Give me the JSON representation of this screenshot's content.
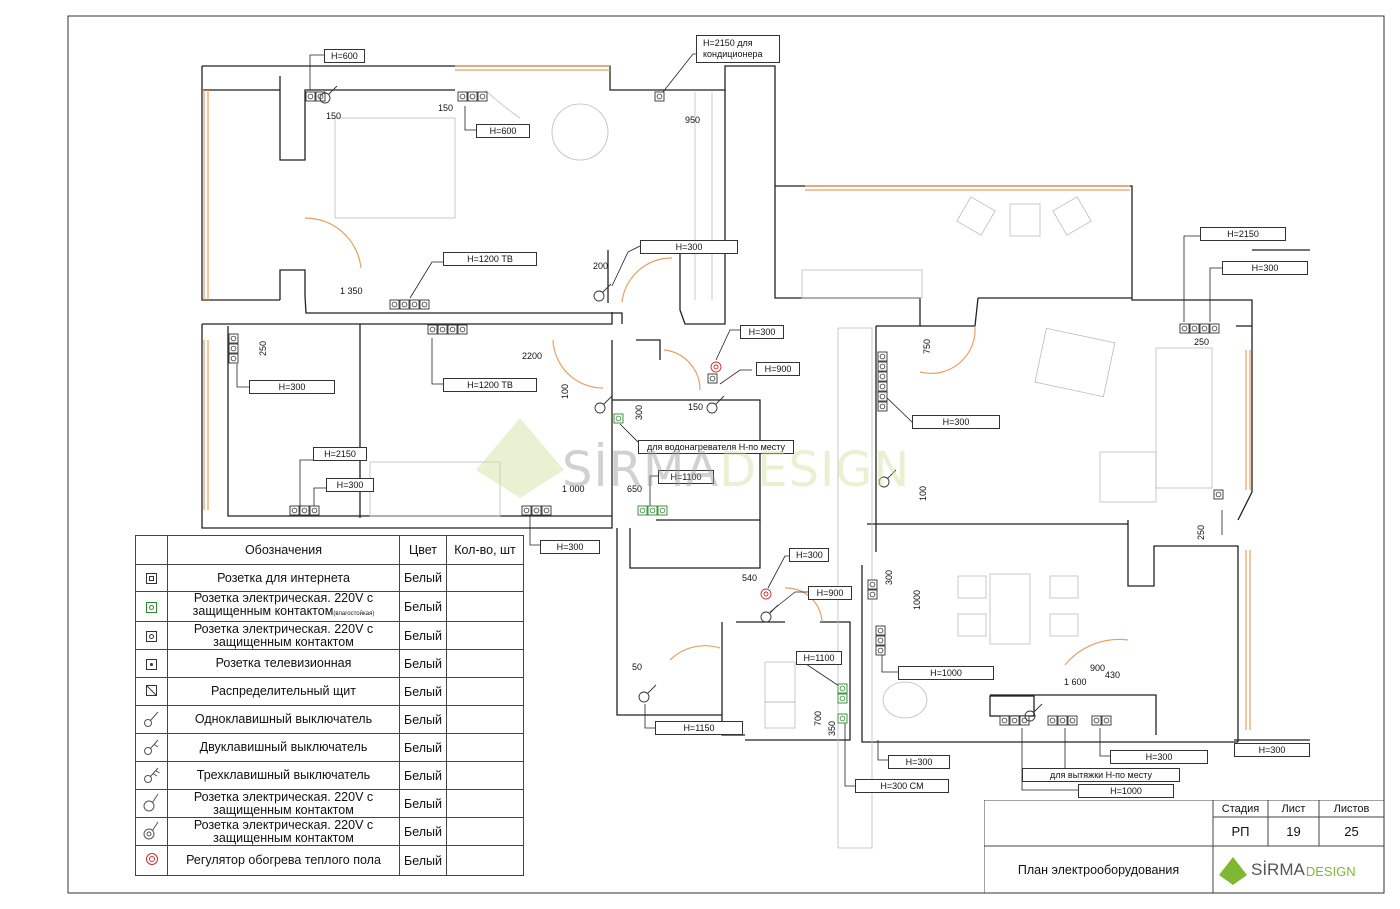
{
  "drawing": {
    "labels": {
      "h600_top": "H=600",
      "h2150_ac": "H=2150 для кондиционера",
      "h600_mid": "H=600",
      "h300_corr": "H=300",
      "h1200tv_top": "H=1200 ТВ",
      "h1200tv_bot": "H=1200 ТВ",
      "h300_left": "H=300",
      "h2150_left": "H=2150",
      "h300_left2": "H=300",
      "h300_bottom1": "H=300",
      "h300_hall": "H=300",
      "h900_hall": "H=900",
      "water_heater": "для водонагревателя H-по месту",
      "h1100_bath": "H=1100",
      "h300_living": "H=300",
      "h2150_right": "H=2150",
      "h300_right": "H=300",
      "h300_bath2": "H=300",
      "h900_bath2": "H=900",
      "h1100_bath2": "H=1100",
      "h1150": "H=1150",
      "h1000_kitchen": "H=1000",
      "h300_kitchen": "H=300",
      "h300cm": "H=300 СМ",
      "h300_k2": "H=300",
      "hood": "для вытяжки H-по месту",
      "h1000_hood": "H=1000",
      "h300_far": "H=300"
    },
    "dims": {
      "d150a": "150",
      "d150b": "150",
      "d950": "950",
      "d200": "200",
      "d1350": "1 350",
      "d250a": "250",
      "d2200": "2200",
      "d100a": "100",
      "d300a": "300",
      "d150c": "150",
      "d1000a": "1 000",
      "d650": "650",
      "d750": "750",
      "d250b": "250",
      "d100b": "100",
      "d250c": "250",
      "d540": "540",
      "d300b": "300",
      "d1000b": "1000",
      "d50": "50",
      "d700": "700",
      "d350": "350",
      "d900": "900",
      "d430": "430",
      "d1600": "1 600"
    }
  },
  "legend": {
    "headers": {
      "designation": "Обозначения",
      "color": "Цвет",
      "qty": "Кол-во, шт"
    },
    "rows": [
      {
        "icon": "internet-socket-icon",
        "name": "Розетка для интернета",
        "color": "Белый"
      },
      {
        "icon": "waterproof-socket-icon",
        "name_a": "Розетка электрическая. 220V с",
        "name_b": "защищенным контактом",
        "name_small": "(влагостойкая)",
        "color": "Белый"
      },
      {
        "icon": "socket-icon",
        "name": "Розетка электрическая. 220V с защищенным контактом",
        "color": "Белый"
      },
      {
        "icon": "tv-socket-icon",
        "name": "Розетка телевизионная",
        "color": "Белый"
      },
      {
        "icon": "distribution-board-icon",
        "name": "Распределительный щит",
        "color": "Белый"
      },
      {
        "icon": "single-switch-icon",
        "name": "Одноклавишный выключатель",
        "color": "Белый"
      },
      {
        "icon": "double-switch-icon",
        "name": "Двуклавишный выключатель",
        "color": "Белый"
      },
      {
        "icon": "triple-switch-icon",
        "name": "Трехклавишный выключатель",
        "color": "Белый"
      },
      {
        "icon": "socket-icon",
        "name": "Розетка электрическая. 220V с защищенным контактом",
        "color": "Белый"
      },
      {
        "icon": "socket-icon",
        "name": "Розетка электрическая. 220V с защищенным контактом",
        "color": "Белый"
      },
      {
        "icon": "floor-heating-regulator-icon",
        "name": "Регулятор обогрева теплого пола",
        "color": "Белый"
      }
    ]
  },
  "stamp": {
    "stage_label": "Стадия",
    "sheet_label": "Лист",
    "sheets_label": "Листов",
    "stage": "РП",
    "sheet": "19",
    "sheets": "25",
    "title": "План электрооборудования",
    "logo_a": "SİRMA",
    "logo_b": "DESIGN"
  },
  "watermark": {
    "text_a": "SİRMA",
    "text_b": "DESIGN"
  },
  "colors": {
    "wall": "#222222",
    "window": "#e8a060",
    "green": "#2c8a2c",
    "logo_green": "#7fb832"
  }
}
